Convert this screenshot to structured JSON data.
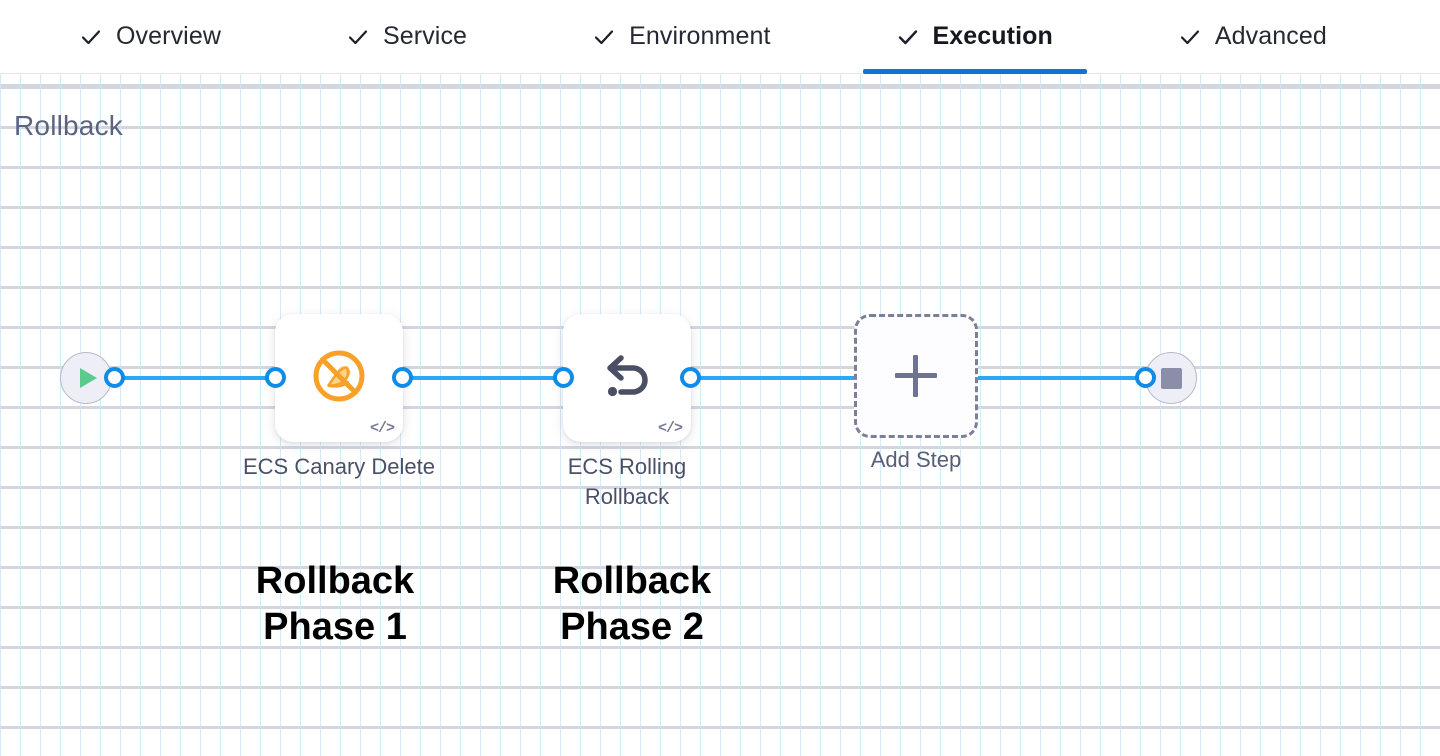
{
  "tabs": [
    {
      "label": "Overview",
      "icon": "check-icon",
      "checked": true,
      "active": false
    },
    {
      "label": "Service",
      "icon": "check-icon",
      "checked": true,
      "active": false
    },
    {
      "label": "Environment",
      "icon": "check-icon",
      "checked": true,
      "active": false
    },
    {
      "label": "Execution",
      "icon": "check-icon",
      "checked": true,
      "active": true
    },
    {
      "label": "Advanced",
      "icon": "check-icon",
      "checked": true,
      "active": false
    }
  ],
  "canvas": {
    "title": "Rollback",
    "start_node": {
      "icon": "play-icon",
      "name": "pipeline-start"
    },
    "end_node": {
      "icon": "stop-icon",
      "name": "pipeline-end"
    },
    "steps": [
      {
        "label": "ECS Canary\nDelete",
        "icon": "ecs-canary-delete-icon",
        "badge": "</>",
        "annotation": "Rollback\nPhase 1"
      },
      {
        "label": "ECS Rolling\nRollback",
        "icon": "rollback-arrow-icon",
        "badge": "</>",
        "annotation": "Rollback\nPhase 2"
      }
    ],
    "add_step": {
      "label": "Add Step",
      "icon": "plus-icon"
    }
  },
  "colors": {
    "accent_blue": "#1273d4",
    "connector_blue": "#2aa8f2",
    "port_ring": "#0f8ce8",
    "title_gray": "#5c6380",
    "canary_orange": "#f5a623",
    "rollback_dark": "#4a4f63",
    "play_green": "#5cc98d",
    "stop_gray": "#8b8ea8",
    "dashed_border": "#7b7f99",
    "annotation_black": "#000000"
  }
}
